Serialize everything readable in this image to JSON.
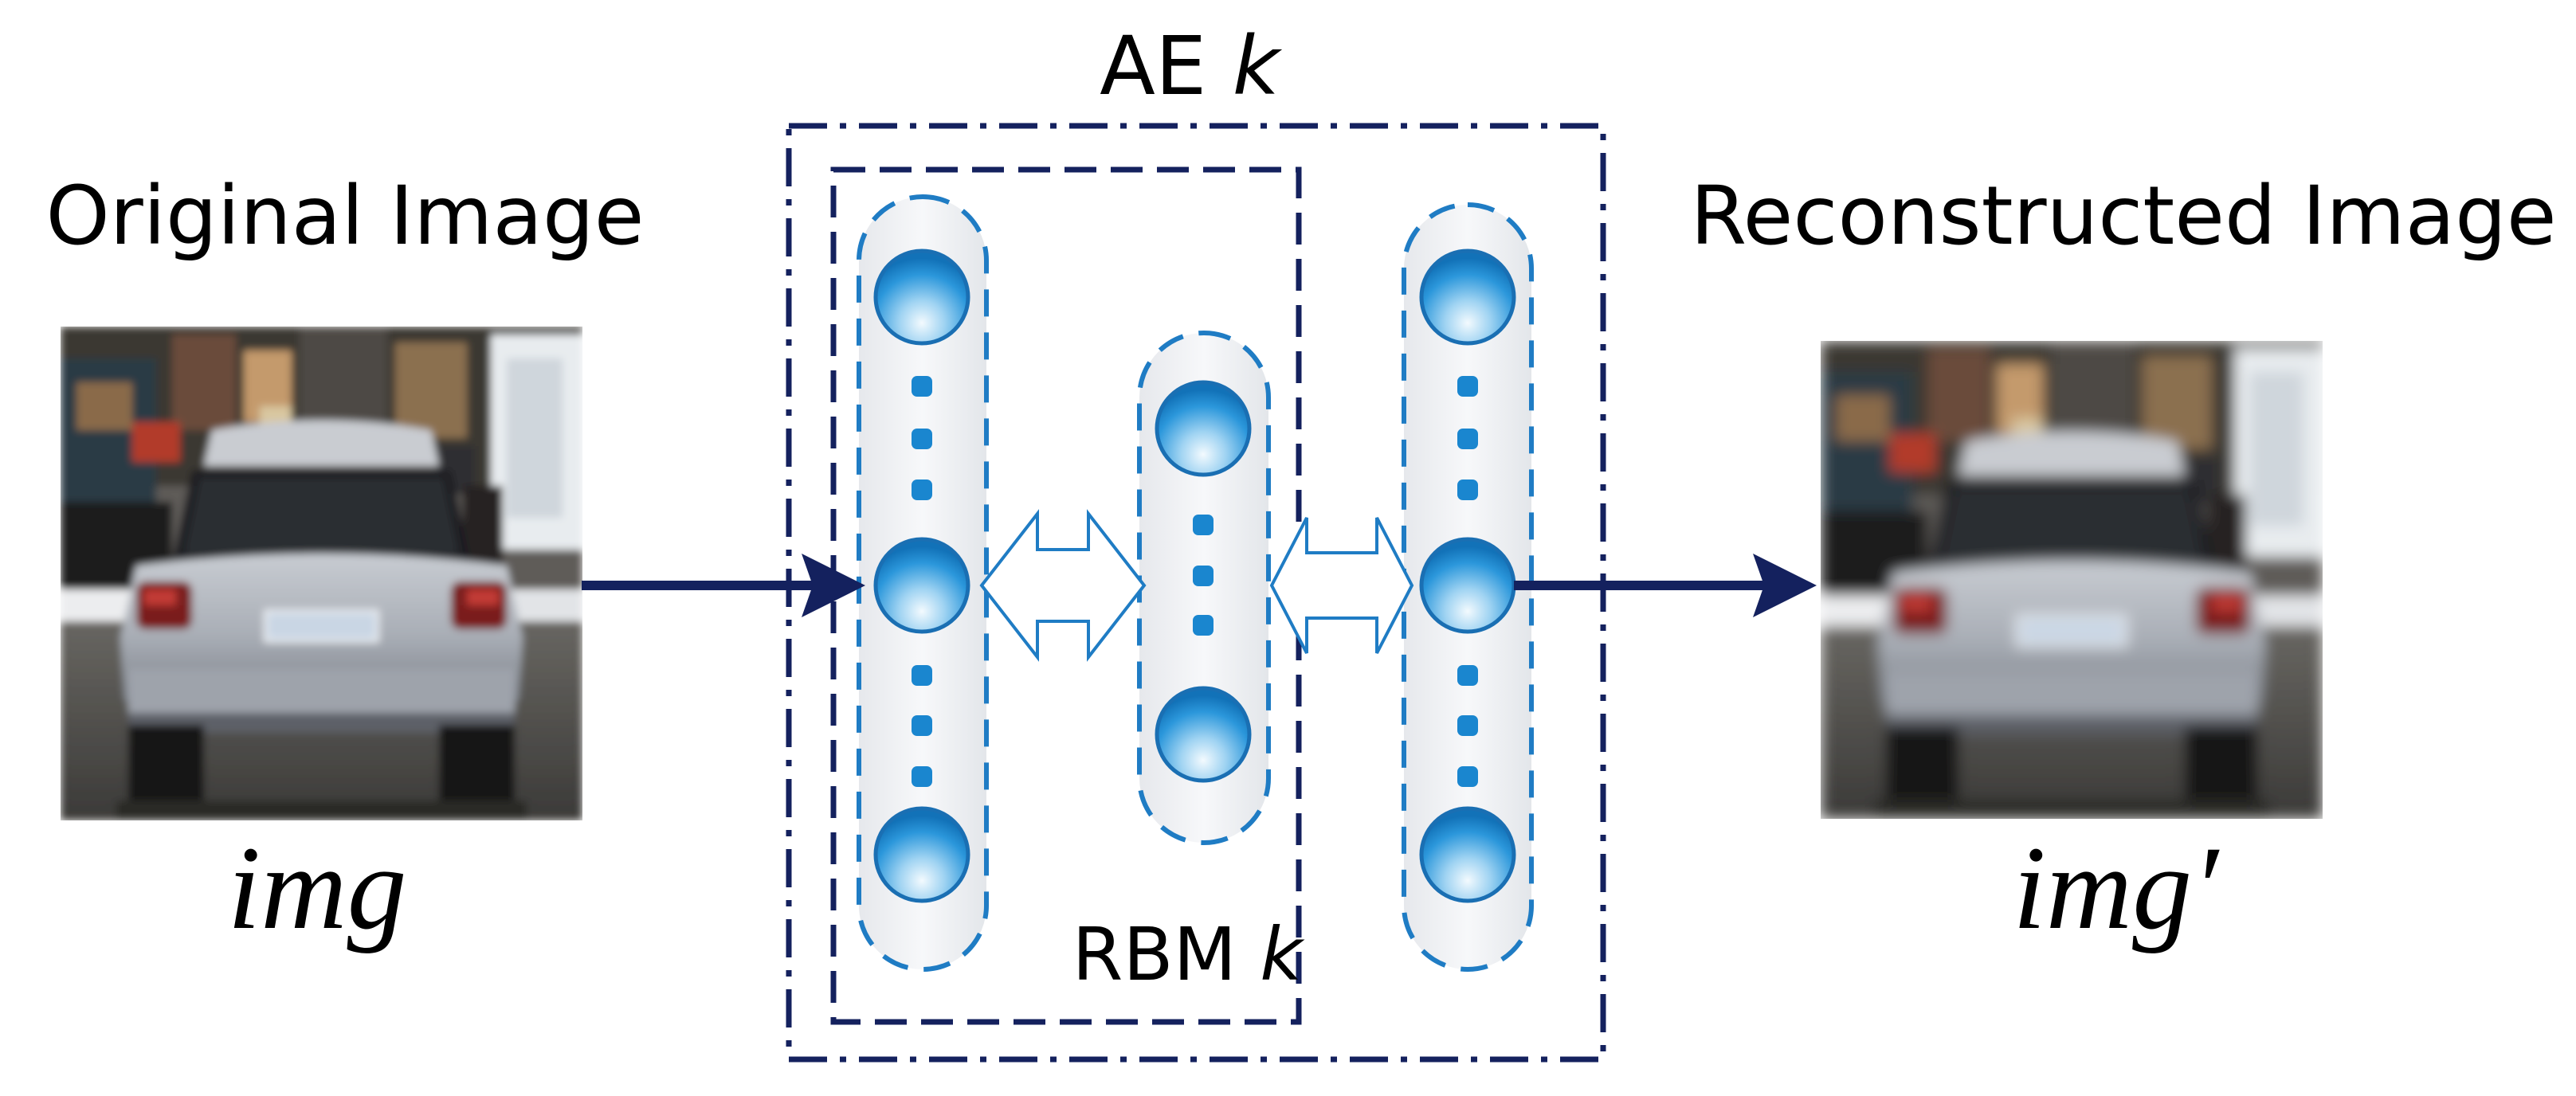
{
  "labels": {
    "ae": {
      "prefix": "AE ",
      "var": "k"
    },
    "rbm": {
      "prefix": "RBM ",
      "var": "k"
    },
    "original_title": "Original Image",
    "reconstructed_title": "Reconstructed Image",
    "original_var": "img",
    "reconstructed_var": "img′"
  },
  "colors": {
    "navy": "#14215e",
    "node_blue": "#1a86cf",
    "node_light": "#eaf5fc",
    "capsule_fill": "#eef0f3",
    "capsule_border": "#1f7cc4"
  },
  "icons": {
    "original_image": "car-rear-photo",
    "reconstructed_image": "car-rear-photo-blurred"
  }
}
